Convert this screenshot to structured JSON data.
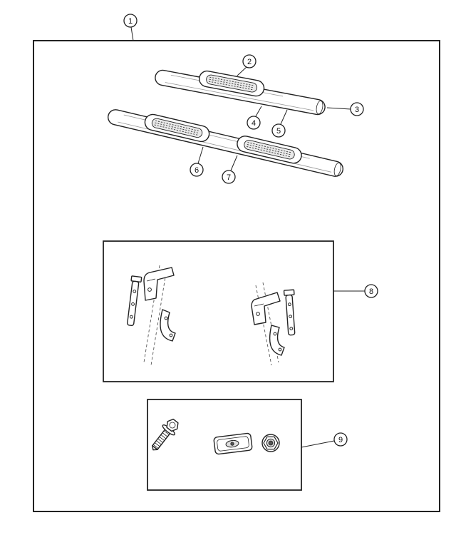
{
  "diagram": {
    "background_color": "#ffffff",
    "line_color": "#222222",
    "callouts": [
      "1",
      "2",
      "3",
      "4",
      "5",
      "6",
      "7",
      "8",
      "9"
    ]
  }
}
